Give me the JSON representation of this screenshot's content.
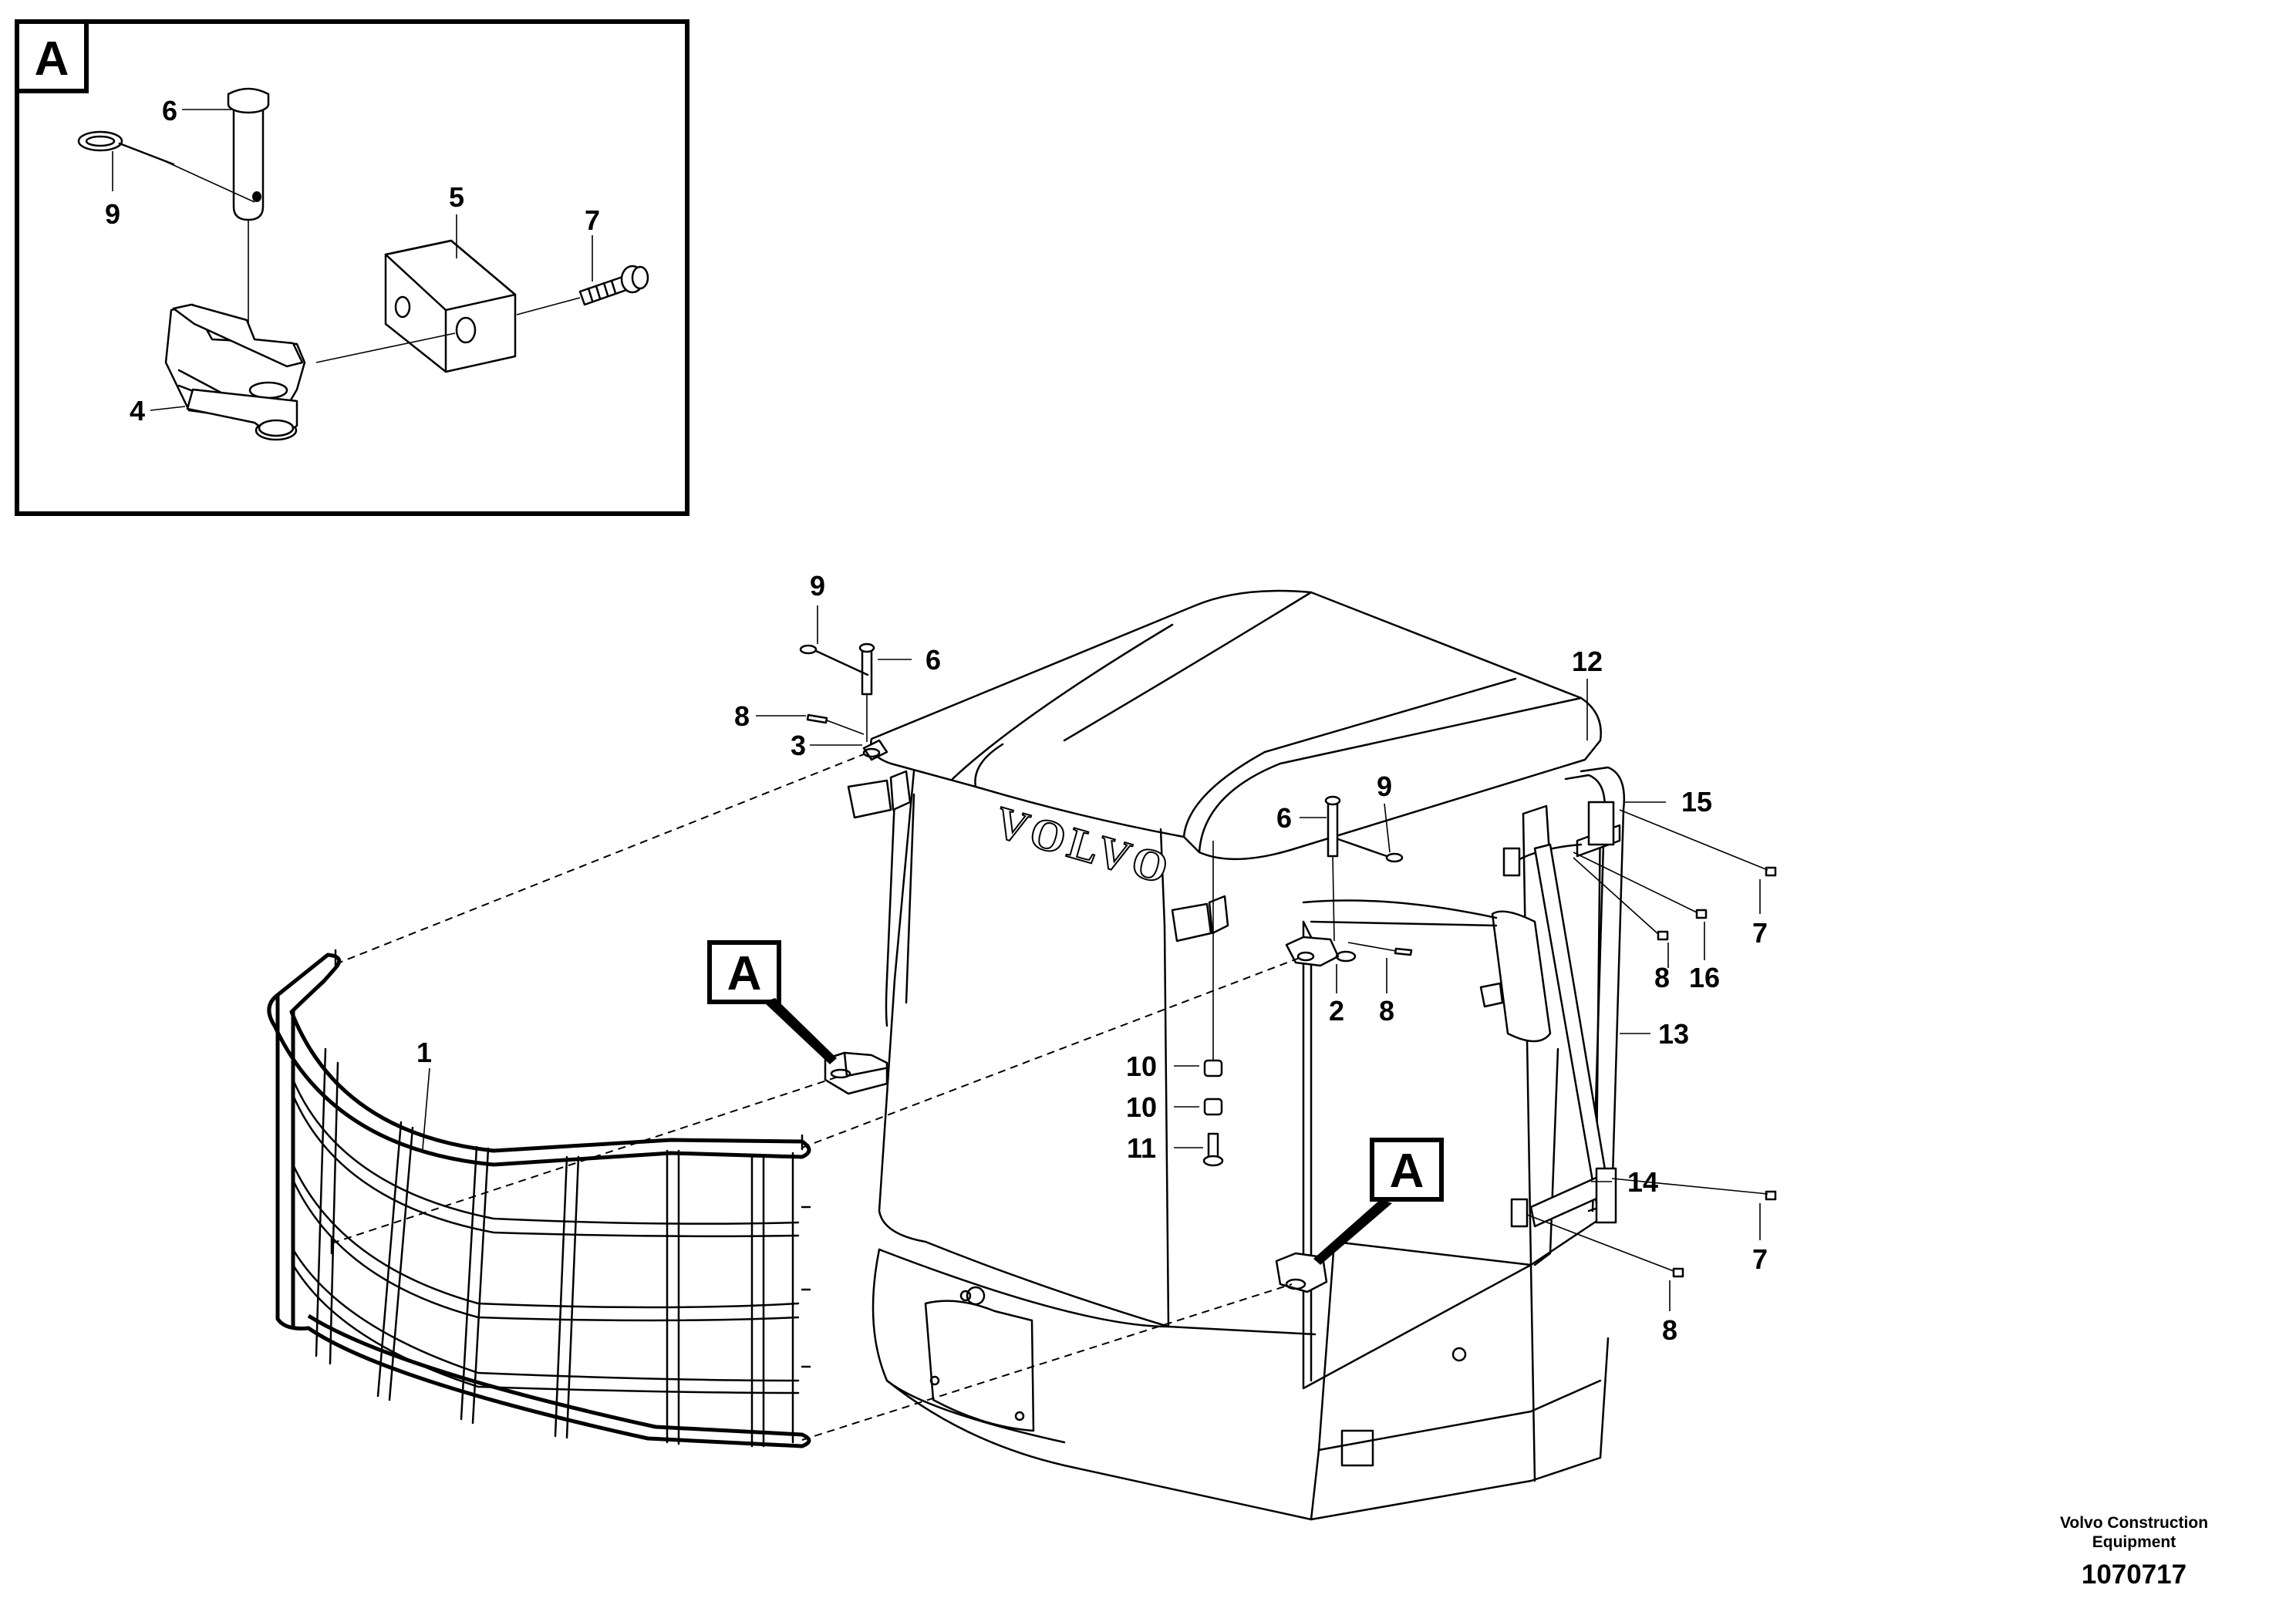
{
  "detail_view": {
    "letter": "A"
  },
  "detail_callouts": [
    "A",
    "A"
  ],
  "brand_mark": "VOLVO",
  "callouts": {
    "c1": "1",
    "c2": "2",
    "c3": "3",
    "c4": "4",
    "c5": "5",
    "c6": "6",
    "c7": "7",
    "c8": "8",
    "c9": "9",
    "c10": "10",
    "c11": "11",
    "c12": "12",
    "c13": "13",
    "c14": "14",
    "c15": "15",
    "c16": "16"
  },
  "footer": {
    "company_line1": "Volvo Construction",
    "company_line2": "Equipment",
    "document_number": "1070717"
  }
}
